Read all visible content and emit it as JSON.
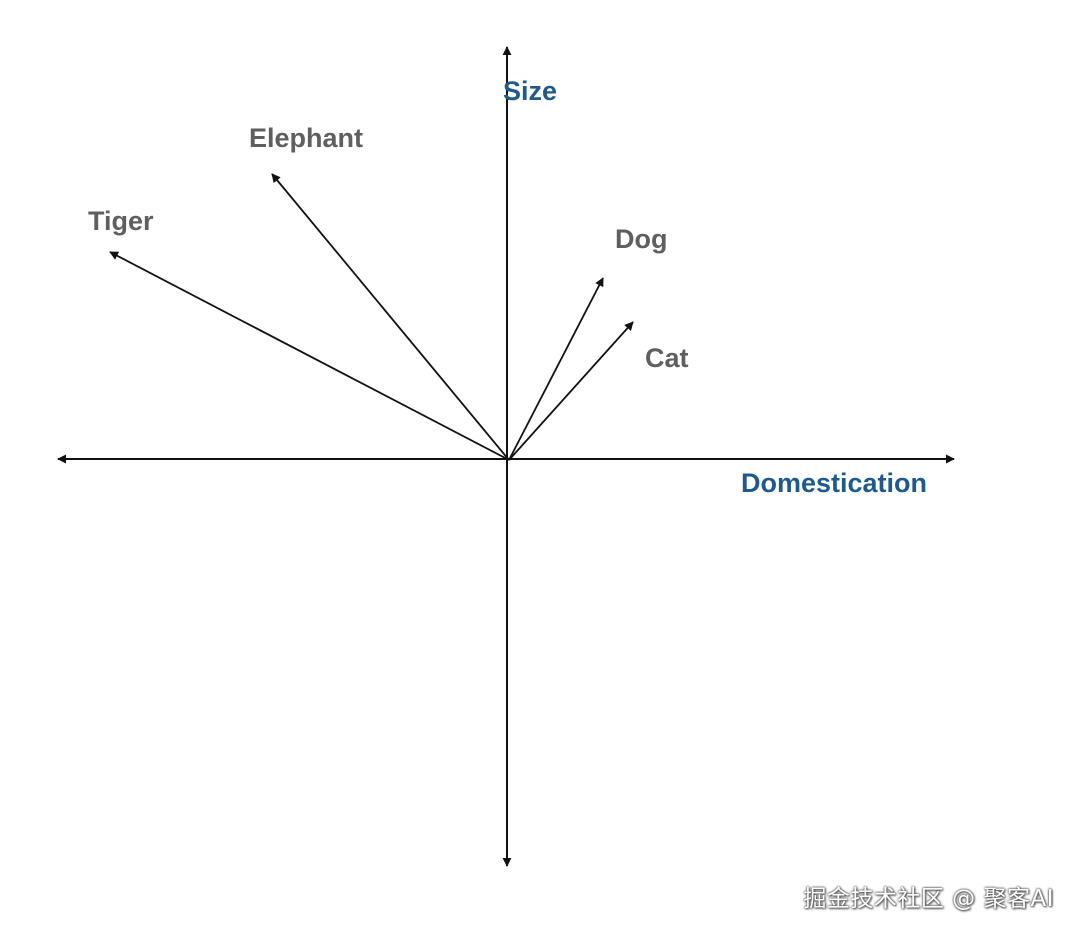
{
  "axes": {
    "x_label": "Domestication",
    "y_label": "Size",
    "label_color": "#1f5a8c",
    "line_color": "#111111"
  },
  "vectors": [
    {
      "label": "Tiger",
      "direction": "upper-left"
    },
    {
      "label": "Elephant",
      "direction": "upper-left"
    },
    {
      "label": "Dog",
      "direction": "upper-right"
    },
    {
      "label": "Cat",
      "direction": "upper-right"
    }
  ],
  "vector_label_color": "#5f5f5f",
  "watermark": "掘金技术社区 @ 聚客AI"
}
